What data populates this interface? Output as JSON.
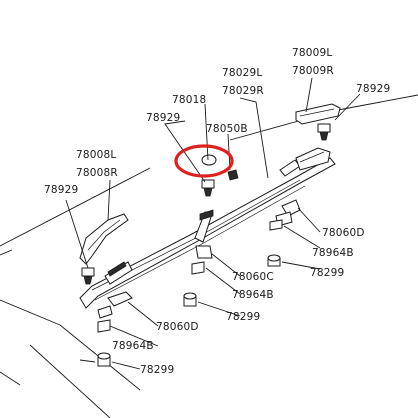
{
  "labels": {
    "l_78009": "78009L",
    "r_78009": "78009R",
    "p_78929_top": "78929",
    "l_78029": "78029L",
    "r_78029": "78029R",
    "p_78018": "78018",
    "p_78929_mid": "78929",
    "p_78050b": "78050B",
    "l_78008": "78008L",
    "r_78008": "78008R",
    "p_78929_left": "78929",
    "p_78060d_right": "78060D",
    "p_78964b_right": "78964B",
    "p_78299_right": "78299",
    "p_78060c": "78060C",
    "p_78964b_mid": "78964B",
    "p_78299_mid": "78299",
    "p_78060d_left": "78060D",
    "p_78964b_left": "78964B",
    "p_78299_left": "78299"
  },
  "highlight": {
    "shape": "circle",
    "color": "#e0201c",
    "target": "78018"
  },
  "line_color": "#1a1a1a"
}
